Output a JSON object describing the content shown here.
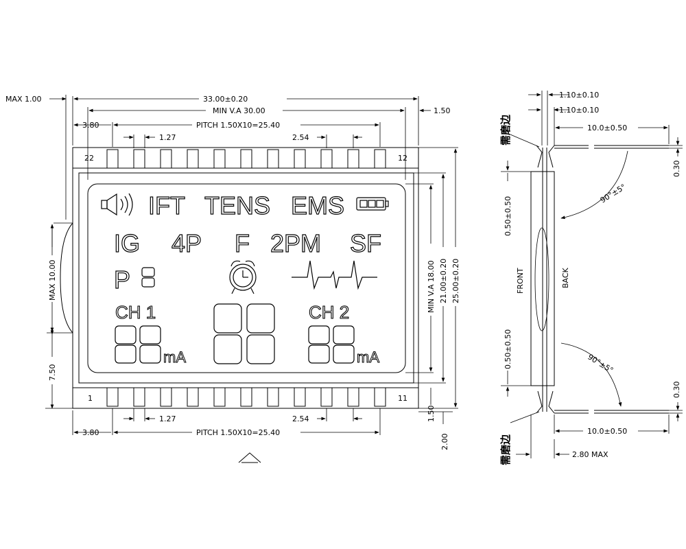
{
  "front_view": {
    "dims": {
      "max_thickness": "MAX 1.00",
      "overall_width": "33.00±0.20",
      "min_va_width": "MIN V.A 30.00",
      "edge_right": "1.50",
      "left_offset_top": "3.80",
      "pitch_top": "PITCH 1.50X10=25.40",
      "pin_width_top": "1.27",
      "pin_spacing_top": "2.54",
      "max_height_left": "MAX 10.00",
      "bottom_left_height": "7.50",
      "min_va_height": "MIN V.A 18.00",
      "glass_height": "21.00±0.20",
      "overall_height": "25.00±0.20",
      "pin_length_bottom": "1.50",
      "pin_extra_bottom": "2.00",
      "pin_width_bottom": "1.27",
      "pin_spacing_bottom": "2.54",
      "left_offset_bottom": "3.80",
      "pitch_bottom": "PITCH 1.50X10=25.40"
    },
    "pin_labels": {
      "top_left": "22",
      "top_right": "12",
      "bottom_left": "1",
      "bottom_right": "11"
    },
    "segments": {
      "row1": [
        "IFT",
        "TENS",
        "EMS"
      ],
      "row2": [
        "IG",
        "4P",
        "F",
        "2PM",
        "SF"
      ],
      "p_label": "P",
      "ch1": "CH 1",
      "ch2": "CH 2",
      "unit1": "mA",
      "unit2": "mA"
    },
    "icons": [
      "speaker-icon",
      "battery-icon",
      "alarm-clock-icon",
      "heartbeat-icon"
    ]
  },
  "side_view": {
    "dims": {
      "top_thickness_1": "1.10±0.10",
      "top_thickness_2": "1.10±0.10",
      "pin_length_top": "10.0±0.50",
      "top_gap": "0.30",
      "angle_top": "90°±5°",
      "upper_offset": "0.50±0.50",
      "lower_offset": "0.50±0.50",
      "angle_bottom": "90°±5°",
      "bottom_gap": "0.30",
      "pin_length_bottom": "10.0±0.50",
      "max_depth": "2.80 MAX"
    },
    "front_label": "FRONT",
    "back_label": "BACK",
    "note_top": "需磨边",
    "note_bottom": "需磨边"
  }
}
